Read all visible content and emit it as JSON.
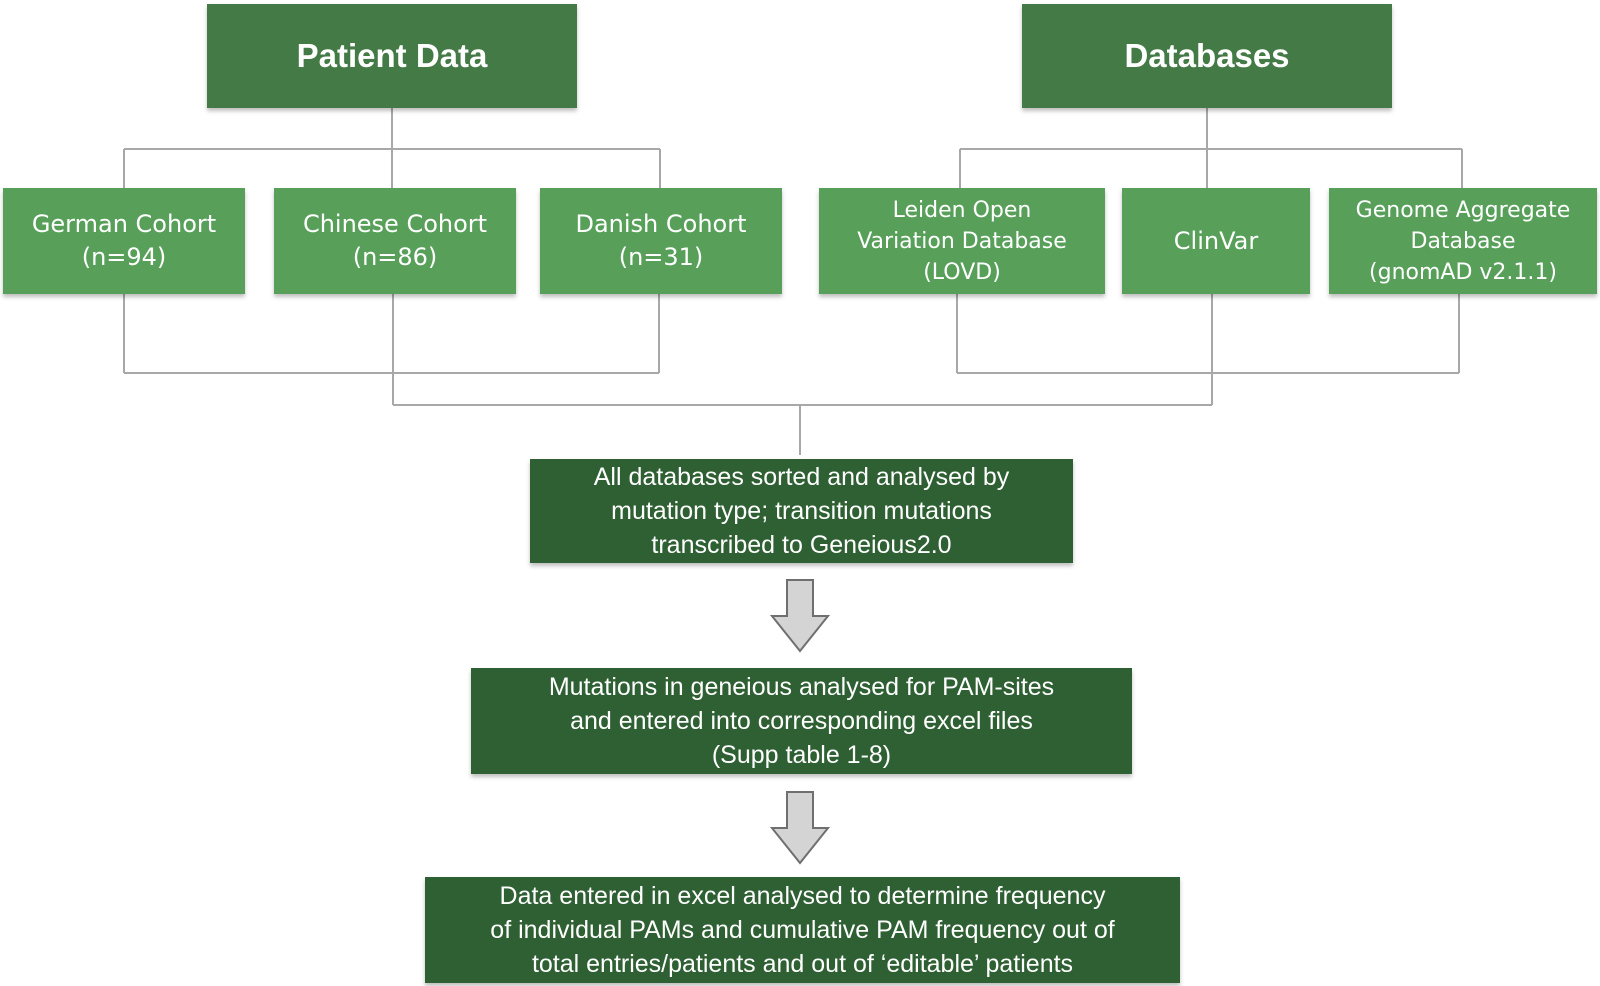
{
  "headers": {
    "patient": "Patient Data",
    "databases": "Databases"
  },
  "cohorts": [
    {
      "line1": "German Cohort",
      "line2": "(n=94)"
    },
    {
      "line1": "Chinese Cohort",
      "line2": "(n=86)"
    },
    {
      "line1": "Danish Cohort",
      "line2": "(n=31)"
    }
  ],
  "db_sources": [
    {
      "lines": [
        "Leiden Open",
        "Variation Database",
        "(LOVD)"
      ]
    },
    {
      "lines": [
        "ClinVar"
      ]
    },
    {
      "lines": [
        "Genome Aggregate",
        "Database",
        "(gnomAD v2.1.1)"
      ]
    }
  ],
  "steps": [
    {
      "lines": [
        "All databases sorted and analysed by",
        "mutation type; transition mutations",
        "transcribed to Geneious2.0"
      ]
    },
    {
      "lines": [
        "Mutations in geneious analysed for PAM-sites",
        "and entered into corresponding excel files",
        "(Supp table 1-8)"
      ]
    },
    {
      "lines": [
        "Data entered in excel analysed to determine frequency",
        "of individual PAMs and cumulative PAM frequency out of",
        "total entries/patients and out of ‘editable’ patients"
      ]
    }
  ],
  "colors": {
    "header_fill": "#437a45",
    "source_fill": "#58a05a",
    "step_fill": "#2f6033",
    "arrow_fill": "#d4d4d4",
    "arrow_stroke": "#6f6f6f",
    "connector": "#a8a8a8"
  }
}
